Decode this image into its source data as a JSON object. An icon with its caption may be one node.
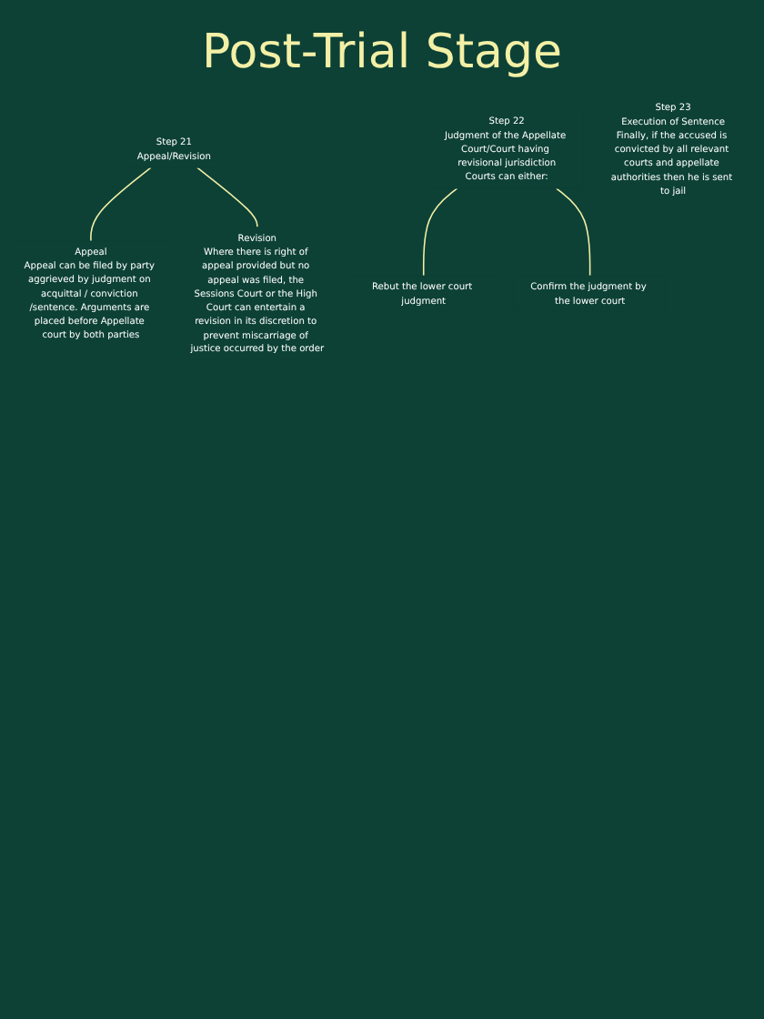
{
  "diagram": {
    "title": "Post-Trial Stage",
    "nodes": [
      {
        "text": [
          "Step 21",
          "Appeal/Revision"
        ]
      },
      {
        "text": [
          "Appeal",
          "Appeal can be filed by party aggrieved by judgment on acquittal / conviction /sentence. Arguments are placed before Appellate court by both parties"
        ]
      },
      {
        "text": [
          "Revision",
          "Where there is right of appeal provided but no appeal was filed, the Sessions Court or the High Court can entertain a revision in its discretion to prevent miscarriage of justice occurred by the order"
        ]
      },
      {
        "text": [
          "Step 22",
          "Judgment of the Appellate Court/Court having revisional jurisdiction",
          "Courts can either:"
        ]
      },
      {
        "text": [
          "Rebut the lower court judgment"
        ]
      },
      {
        "text": [
          "Confirm the judgment by the lower court"
        ]
      },
      {
        "text": [
          "Step 23",
          "Execution of Sentence",
          "Finally, if the accused is convicted by all relevant courts and appellate authorities then he is sent to jail"
        ]
      }
    ],
    "edges": [
      {
        "from": 0,
        "to": 1,
        "arrow": "none"
      },
      {
        "from": 0,
        "to": 2,
        "arrow": "none"
      },
      {
        "from": 3,
        "to": 4,
        "arrow": "none"
      },
      {
        "from": 3,
        "to": 5,
        "arrow": "none"
      }
    ]
  }
}
